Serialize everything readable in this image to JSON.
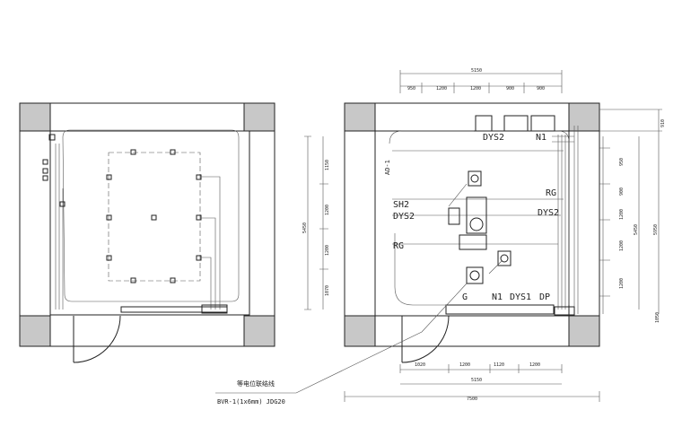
{
  "colors": {
    "line": "#222222",
    "column_fill": "#c8c8c8",
    "background": "#ffffff"
  },
  "right_plan": {
    "labels": {
      "ad1": "AD-1",
      "dys2_top": "DYS2",
      "n1_top": "N1",
      "rg_right": "RG",
      "sh2": "SH2",
      "dys2_left": "DYS2",
      "dys2_right": "DYS2",
      "rg_left": "RG",
      "g": "G",
      "n1_bottom": "N1",
      "dys1": "DYS1",
      "dp": "DP"
    },
    "dims": {
      "top_total": "5150",
      "top_1": "950",
      "top_2": "1200",
      "top_3": "1200",
      "top_4": "900",
      "top_5": "900",
      "left_total": "5450",
      "left_1": "1150",
      "left_2": "1200",
      "left_3": "1200",
      "left_4": "1070",
      "right_a": "950",
      "right_b": "900",
      "right_c": "1200",
      "right_d": "1200",
      "right_e": "1200",
      "right_top": "910",
      "right_mid": "5450",
      "right_total": "5950",
      "right_bottom": "1050",
      "bottom_1": "1020",
      "bottom_2": "1200",
      "bottom_3": "1120",
      "bottom_4": "1200",
      "bottom_sub": "5150",
      "bottom_total": "7500"
    }
  },
  "note": {
    "title": "等电位联结线",
    "spec": "BVR-1(1x6mm) JDG20"
  }
}
